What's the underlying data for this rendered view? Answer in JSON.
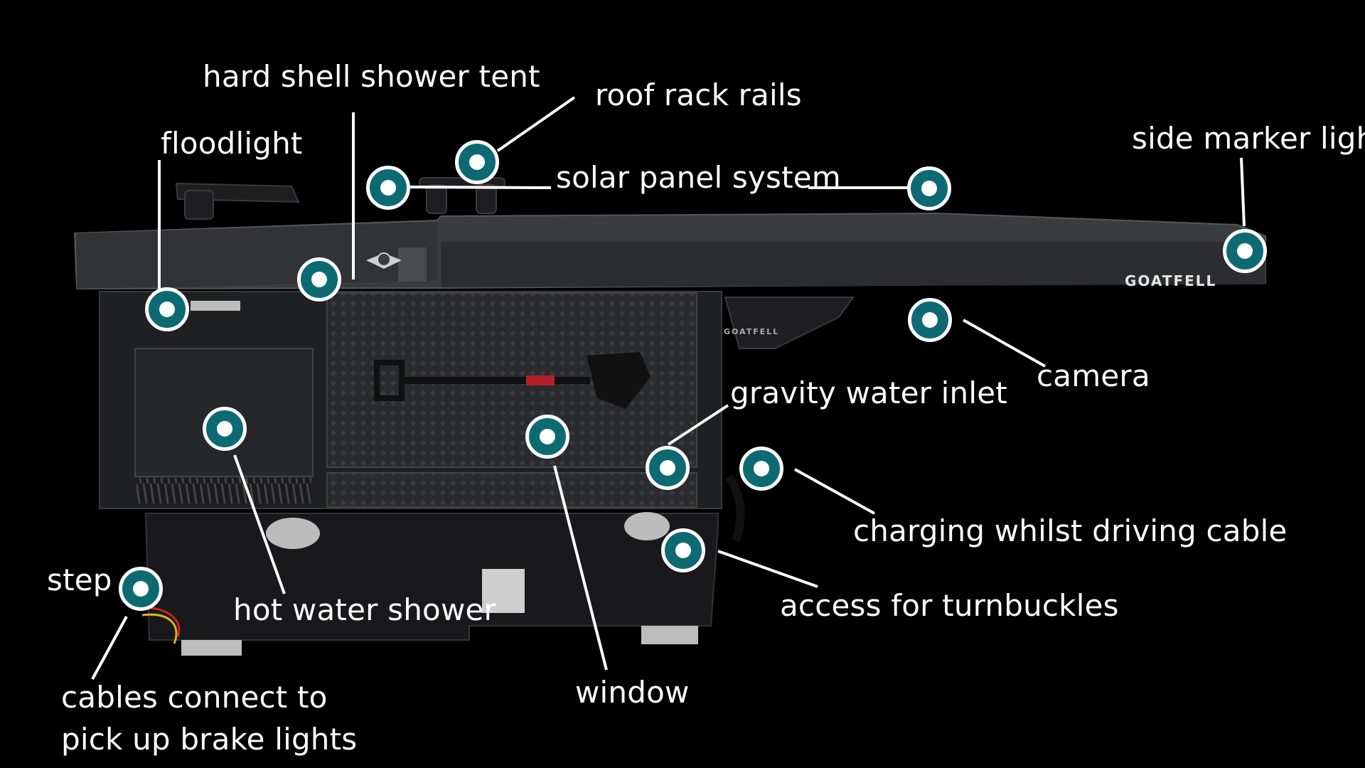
{
  "brand": {
    "main": "GOATFELL",
    "small": "GOATFELL"
  },
  "labels": {
    "hard_shell_shower_tent": "hard shell shower tent",
    "roof_rack_rails": "roof rack rails",
    "floodlight": "floodlight",
    "side_marker_light": "side marker light",
    "solar_panel_system": "solar panel system",
    "camera": "camera",
    "gravity_water_inlet": "gravity water inlet",
    "charging_whilst_driving_cable": "charging whilst driving cable",
    "access_for_turnbuckles": "access for turnbuckles",
    "step": "step",
    "hot_water_shower": "hot water shower",
    "window": "window",
    "cables_line1": "cables connect to",
    "cables_line2": "pick up brake lights"
  },
  "colors": {
    "background": "#000000",
    "hotspot_fill": "#0d6a72",
    "hotspot_ring": "#ffffff",
    "leader_line": "#ffffff",
    "label_text": "#ffffff"
  }
}
